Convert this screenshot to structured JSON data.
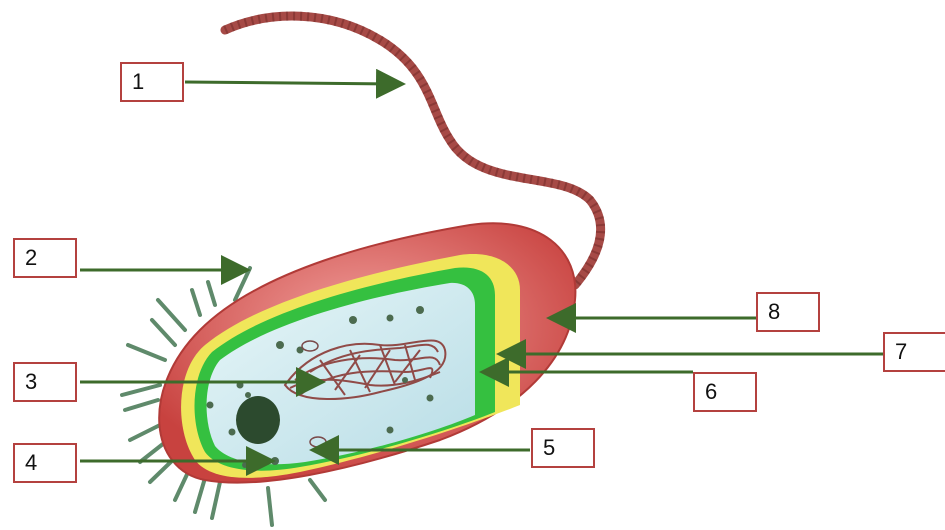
{
  "labels": [
    {
      "id": "label-1",
      "text": "1"
    },
    {
      "id": "label-2",
      "text": "2"
    },
    {
      "id": "label-3",
      "text": "3"
    },
    {
      "id": "label-4",
      "text": "4"
    },
    {
      "id": "label-5",
      "text": "5"
    },
    {
      "id": "label-6",
      "text": "6"
    },
    {
      "id": "label-7",
      "text": "7"
    },
    {
      "id": "label-8",
      "text": "8"
    }
  ],
  "colors": {
    "label_border": "#b4413f",
    "arrow": "#3d6b2b",
    "cell_wall": "#d9605d",
    "capsule_yellow": "#f0e65a",
    "membrane_green": "#35c040",
    "cytoplasm": "#cfe9ee",
    "flagellum": "#a64a46",
    "pili": "#5f8a6b"
  }
}
